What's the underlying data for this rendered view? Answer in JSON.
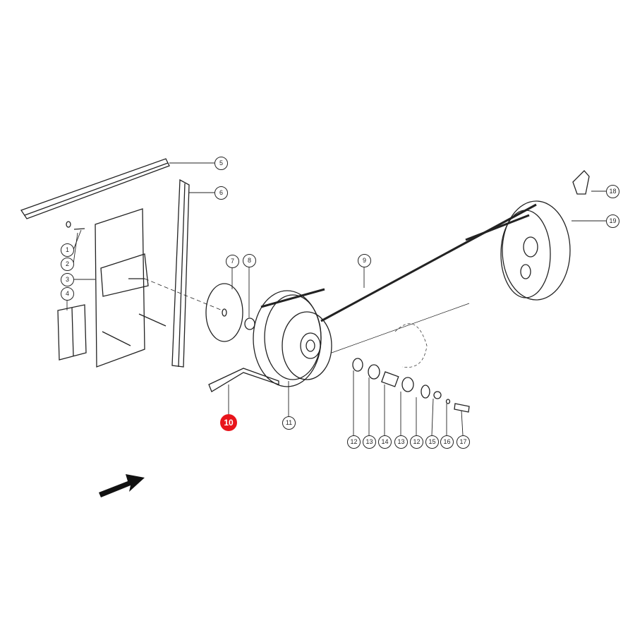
{
  "diagram": {
    "highlight_color": "#e8141b",
    "highlighted_part": "10",
    "callouts": [
      {
        "id": "c1",
        "label": "1"
      },
      {
        "id": "c2",
        "label": "2"
      },
      {
        "id": "c3",
        "label": "3"
      },
      {
        "id": "c4",
        "label": "4"
      },
      {
        "id": "c5",
        "label": "5"
      },
      {
        "id": "c6",
        "label": "6"
      },
      {
        "id": "c7",
        "label": "7"
      },
      {
        "id": "c8",
        "label": "8"
      },
      {
        "id": "c9",
        "label": "9"
      },
      {
        "id": "c10",
        "label": "10"
      },
      {
        "id": "c11",
        "label": "11"
      },
      {
        "id": "c12a",
        "label": "12"
      },
      {
        "id": "c13a",
        "label": "13"
      },
      {
        "id": "c14",
        "label": "14"
      },
      {
        "id": "c13b",
        "label": "13"
      },
      {
        "id": "c12b",
        "label": "12"
      },
      {
        "id": "c15",
        "label": "15"
      },
      {
        "id": "c16",
        "label": "16"
      },
      {
        "id": "c17",
        "label": "17"
      },
      {
        "id": "c18",
        "label": "18"
      },
      {
        "id": "c19",
        "label": "19"
      }
    ]
  }
}
